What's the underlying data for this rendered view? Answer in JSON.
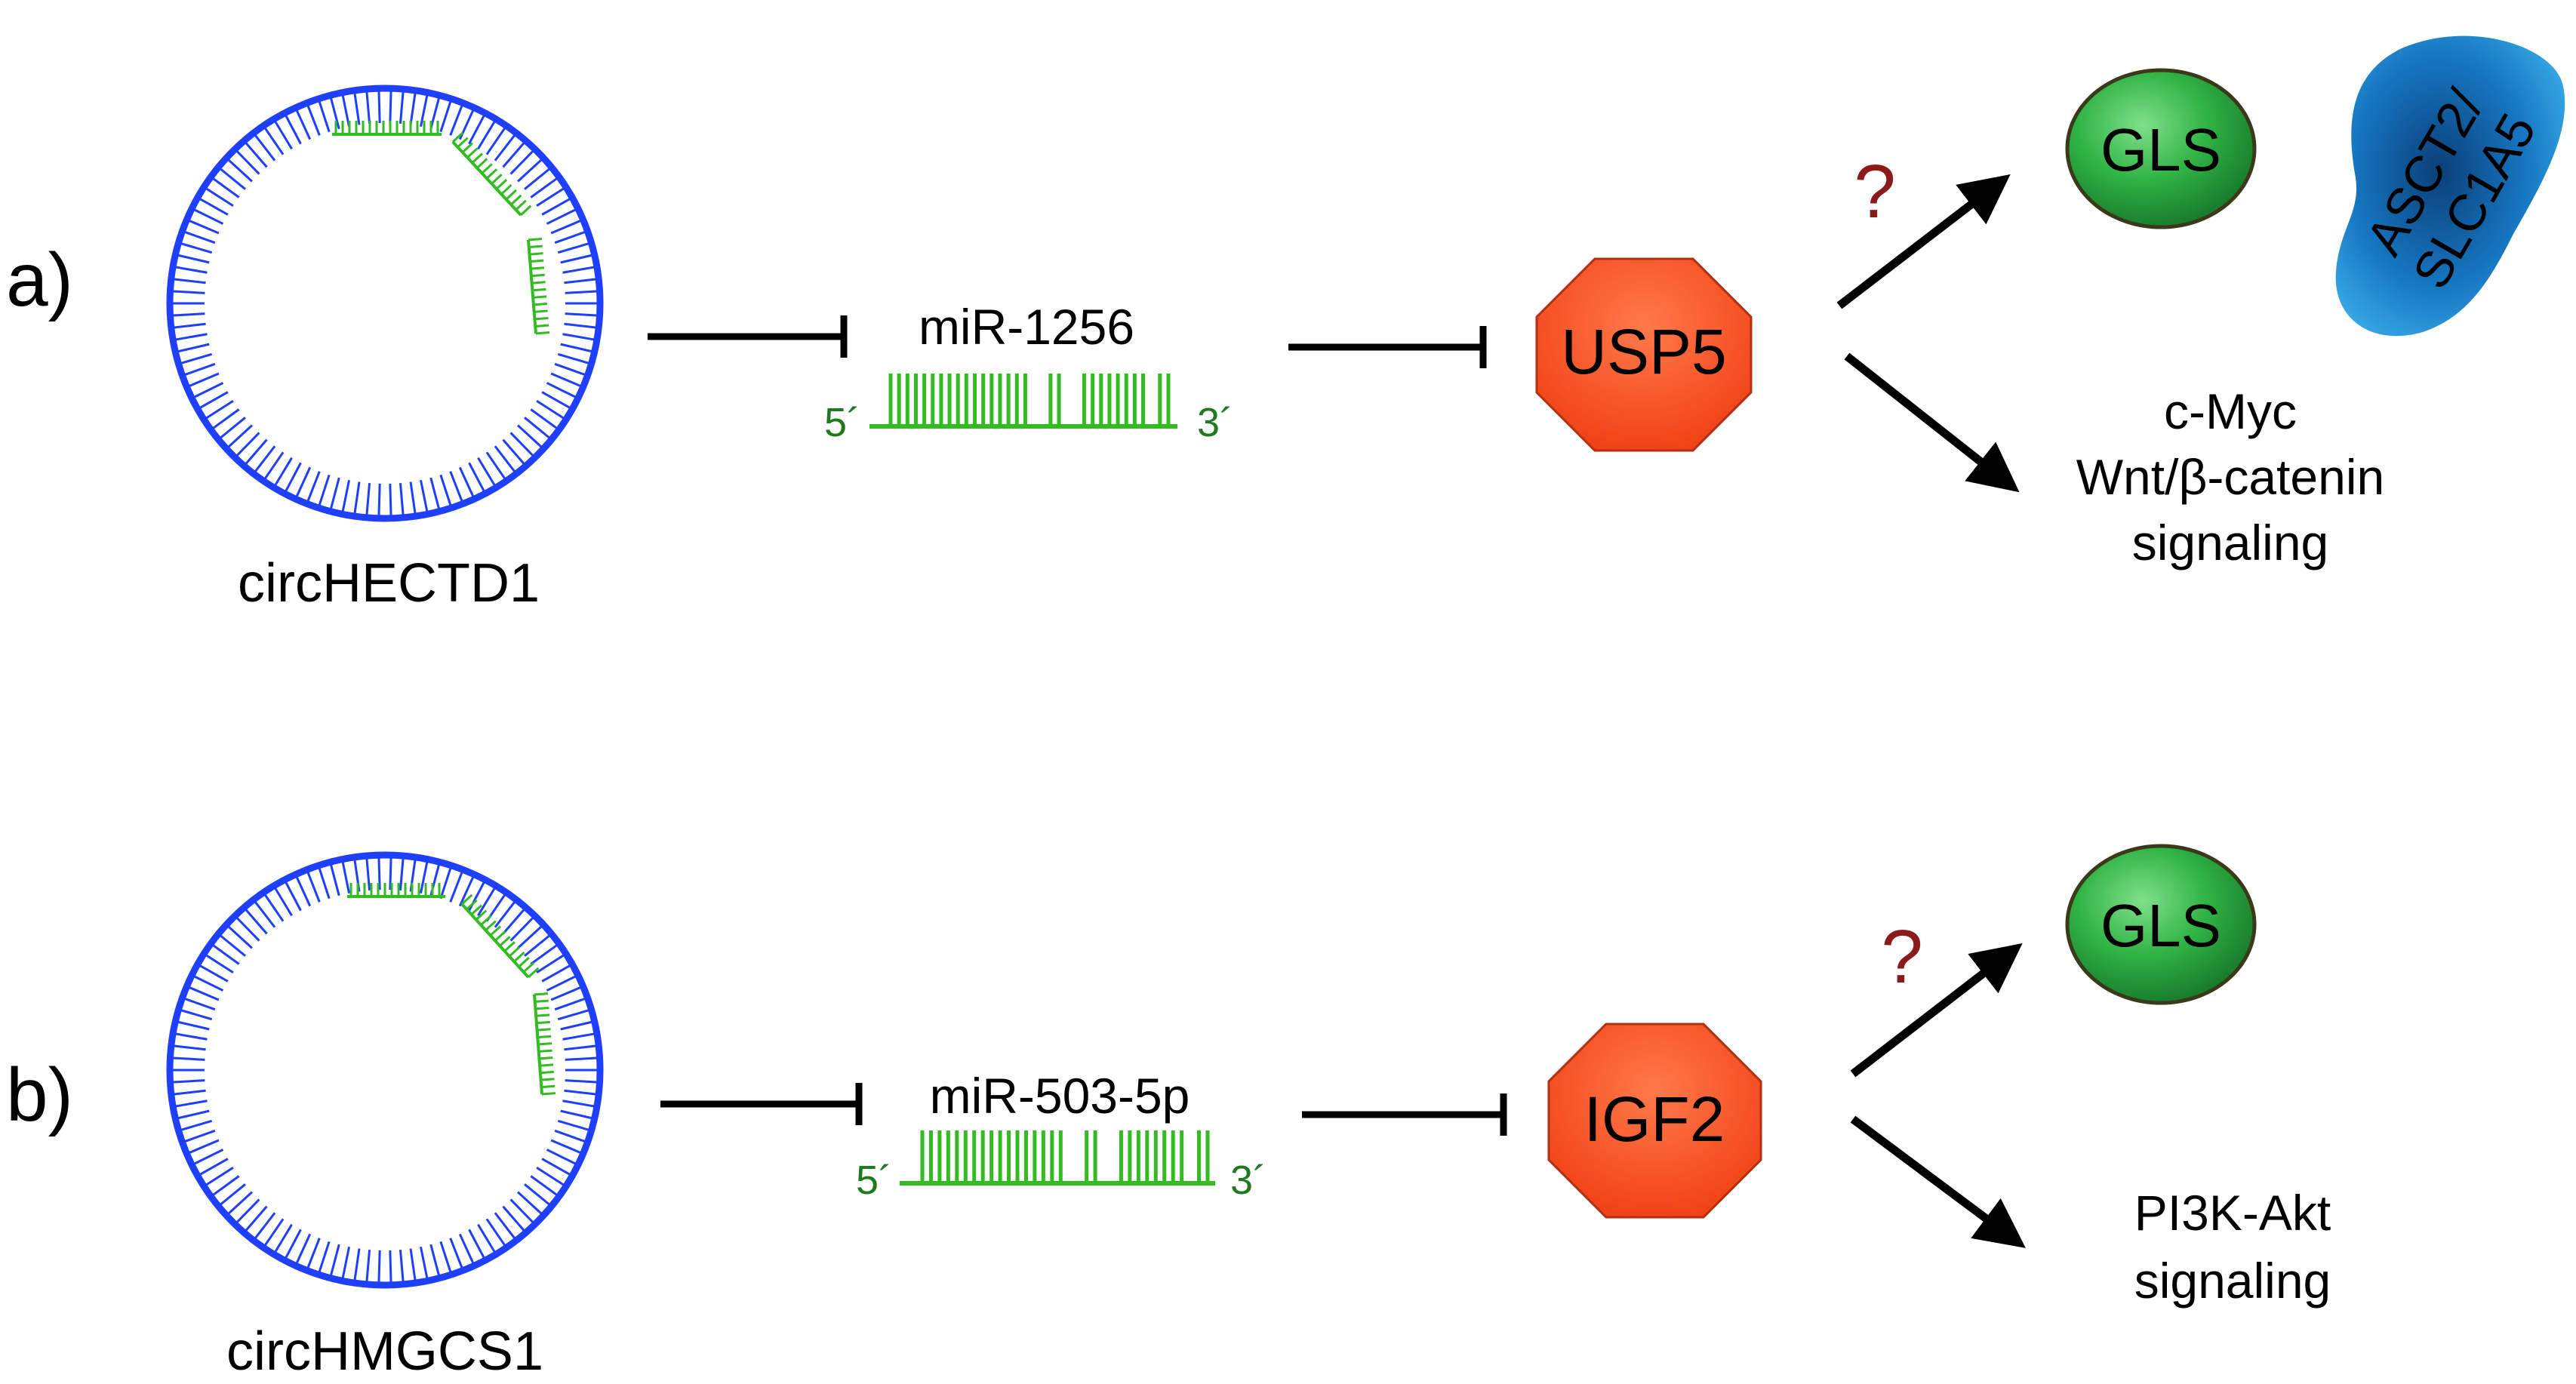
{
  "panel_a": {
    "label": "a)",
    "circrna": "circHECTD1",
    "mirna": "miR-1256",
    "five_prime": "5´",
    "three_prime": "3´",
    "target": "USP5",
    "question": "?",
    "gls": "GLS",
    "transporter_line1": "ASCT2/",
    "transporter_line2": "SLC1A5",
    "pathway_lines": [
      "c-Myc",
      "Wnt/β-catenin",
      "signaling"
    ]
  },
  "panel_b": {
    "label": "b)",
    "circrna": "circHMGCS1",
    "mirna": "miR-503-5p",
    "five_prime": "5´",
    "three_prime": "3´",
    "target": "IGF2",
    "question": "?",
    "gls": "GLS",
    "pathway_lines": [
      "PI3K-Akt",
      "signaling"
    ]
  },
  "colors": {
    "circ_ring": "#1f3fff",
    "mirna_green": "#33bb22",
    "mirna_text": "#1f7a1f",
    "octagon_fill": "#ff5a2a",
    "gls_fill": "#27a83a",
    "transporter_fill": "#1a8fd0",
    "question_mark": "#8b1a1a",
    "arrow": "#000000"
  }
}
